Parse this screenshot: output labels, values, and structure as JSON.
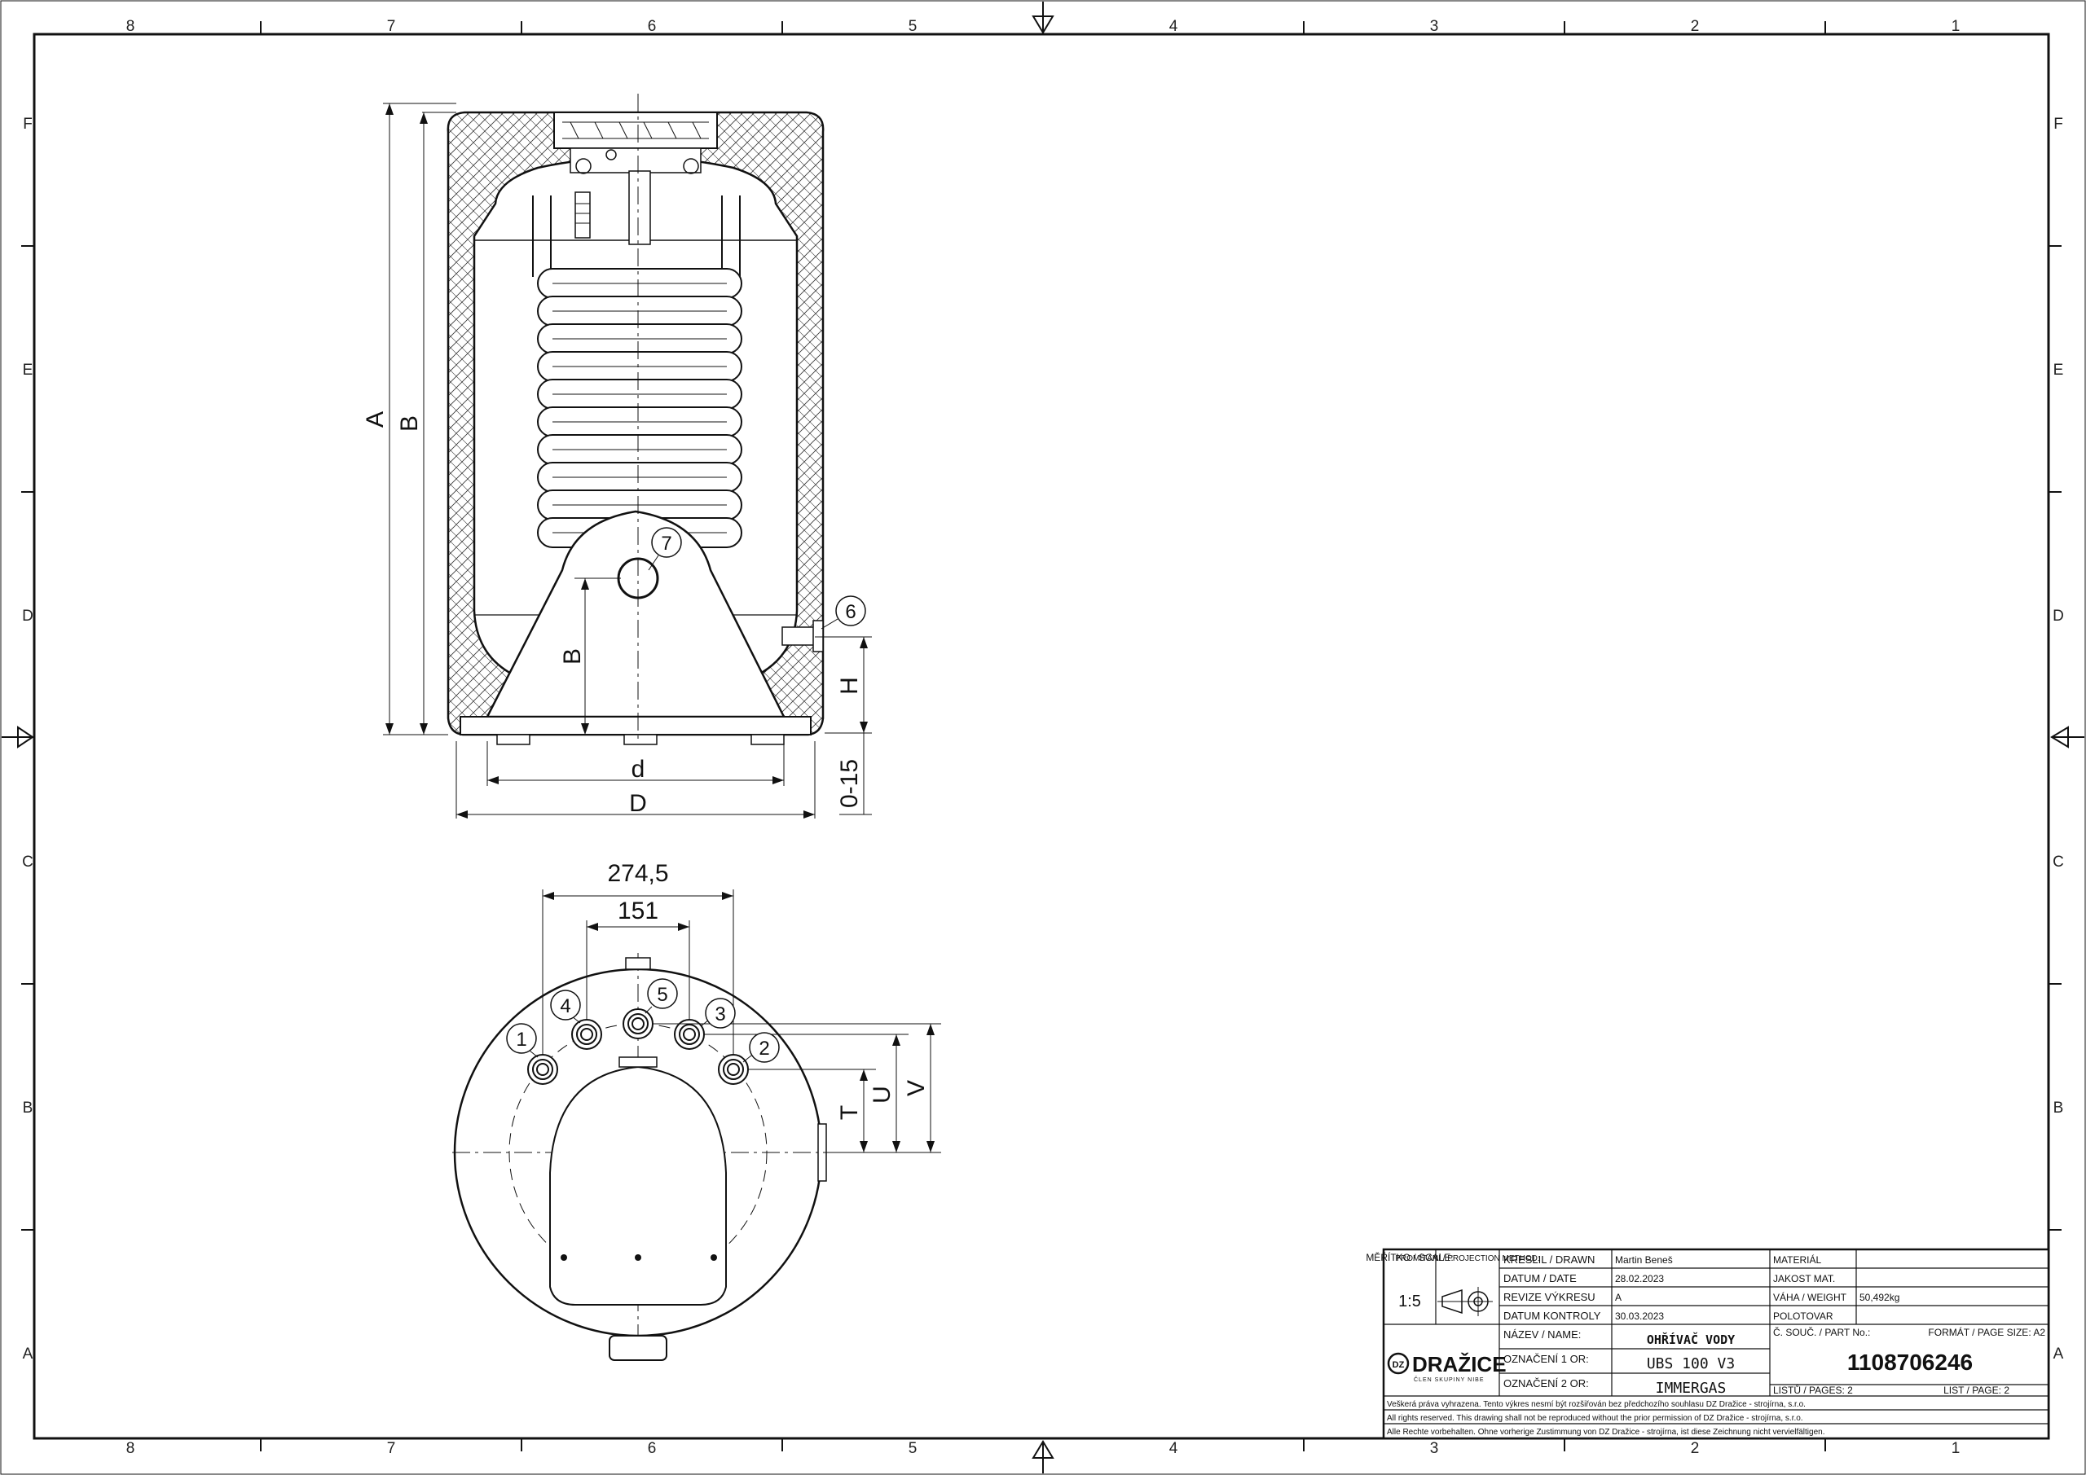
{
  "zones": {
    "columns": [
      "8",
      "7",
      "6",
      "5",
      "4",
      "3",
      "2",
      "1"
    ],
    "rows": [
      "F",
      "E",
      "D",
      "C",
      "B",
      "A"
    ]
  },
  "section_view": {
    "dimensions": {
      "A": "A",
      "B": "B",
      "B_inner": "B",
      "H": "H",
      "d": "d",
      "D": "D",
      "offset": "0-15"
    },
    "balloons": {
      "b6": "6",
      "b7": "7"
    }
  },
  "top_view": {
    "dimensions": {
      "w1": "274,5",
      "w2": "151",
      "T": "T",
      "U": "U",
      "V": "V"
    },
    "balloons": {
      "b1": "1",
      "b2": "2",
      "b3": "3",
      "b4": "4",
      "b5": "5"
    }
  },
  "title_block": {
    "scale_label": "MĚŘÍTKO / SCALE:",
    "scale_value": "1:5",
    "projection_label": "PROMÍTÁNÍ / PROJECTION METHOD:",
    "drawn_label": "KRESLIL / DRAWN",
    "drawn_value": "Martin Beneš",
    "date_label": "DATUM / DATE",
    "date_value": "28.02.2023",
    "revision_label": "REVIZE VÝKRESU",
    "revision_value": "A",
    "check_label": "DATUM KONTROLY",
    "check_value": "30.03.2023",
    "material_label": "MATERIÁL",
    "material_value": "",
    "quality_label": "JAKOST MAT.",
    "quality_value": "",
    "weight_label": "VÁHA / WEIGHT",
    "weight_value": "50,492kg",
    "semi_label": "POLOTOVAR",
    "semi_value": "",
    "name_label": "NÁZEV / NAME:",
    "name_value": "OHŘÍVAČ VODY",
    "mark1_label": "OZNAČENÍ 1 OR:",
    "mark1_value": "UBS 100 V3",
    "mark2_label": "OZNAČENÍ 2 OR:",
    "mark2_value": "IMMERGAS",
    "part_label": "Č. SOUČ. / PART No.:",
    "part_value": "1108706246",
    "format_label": "FORMÁT / PAGE SIZE: A2",
    "pages_label": "LISTŮ / PAGES: 2",
    "page_label": "LIST / PAGE: 2",
    "logo_text": "DRAŽICE",
    "logo_sub": "ČLEN SKUPINY NIBE",
    "legal": [
      "Veškerá práva vyhrazena. Tento výkres nesmí být rozšiřován bez předchozího souhlasu DZ Dražice - strojírna, s.r.o.",
      "All rights reserved. This drawing shall not be reproduced without the prior permission of DZ Dražice - strojírna, s.r.o.",
      "Alle Rechte vorbehalten. Ohne vorherige Zustimmung von DZ Dražice - strojírna, ist diese Zeichnung nicht vervielfältigen."
    ]
  }
}
